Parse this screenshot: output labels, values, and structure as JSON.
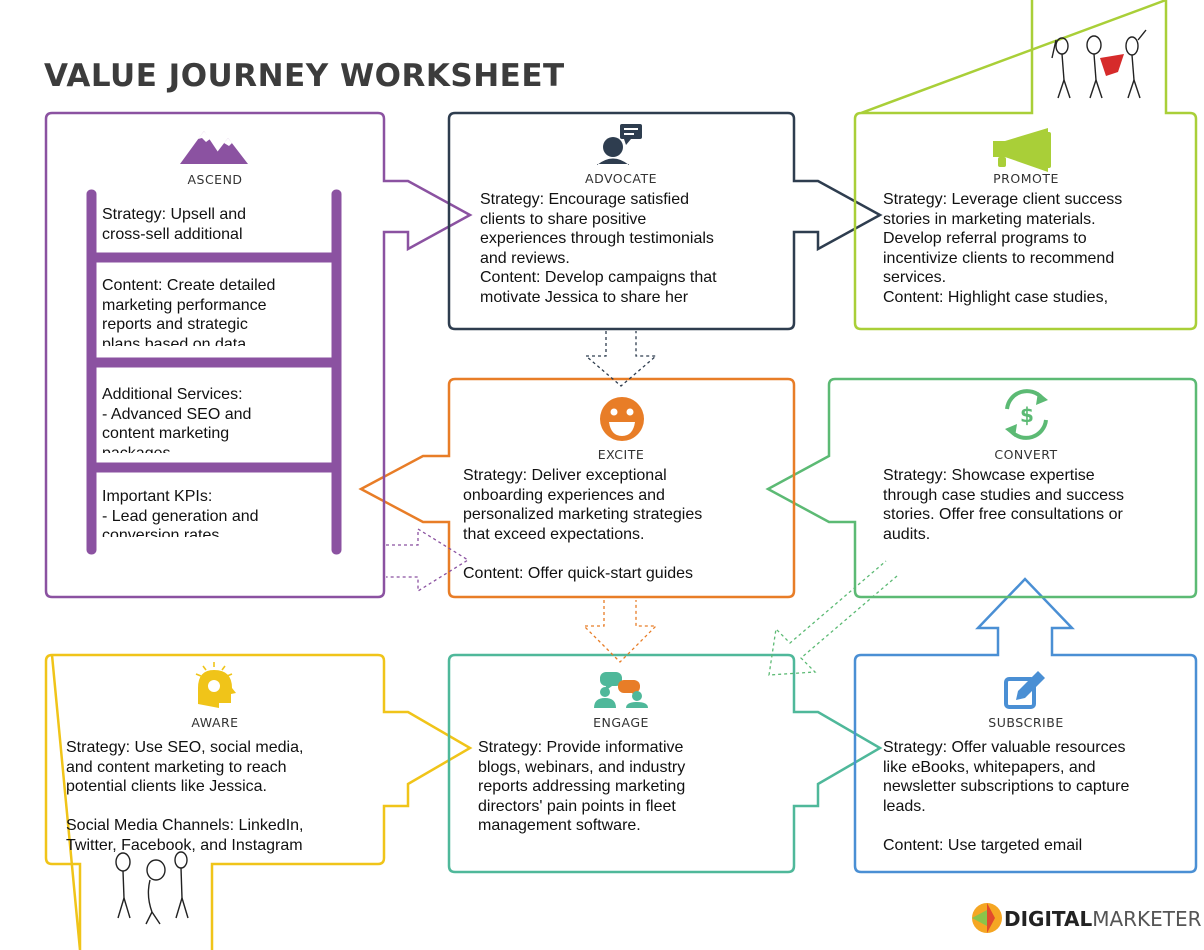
{
  "title": "VALUE JOURNEY WORKSHEET",
  "colors": {
    "ascend": "#8b52a1",
    "advocate": "#2e3d4f",
    "promote": "#a9cf38",
    "excite": "#e87d27",
    "convert": "#5cba74",
    "aware": "#f0c419",
    "engage": "#4fb89a",
    "subscribe": "#4a8fd4"
  },
  "stages": {
    "ascend": {
      "label": "ASCEND",
      "icon": "mountain-icon",
      "rungs": [
        "Strategy: Upsell and\ncross-sell additional",
        "Content: Create detailed\nmarketing performance\nreports and strategic\nplans based on data",
        "Additional Services:\n- Advanced SEO and\ncontent marketing\npackages",
        "Important KPIs:\n- Lead generation and\nconversion rates"
      ]
    },
    "advocate": {
      "label": "ADVOCATE",
      "icon": "speaker-person-icon",
      "text": "Strategy: Encourage satisfied\nclients to share positive\nexperiences through testimonials\nand reviews.\nContent: Develop campaigns that\nmotivate Jessica to share her"
    },
    "promote": {
      "label": "PROMOTE",
      "icon": "megaphone-icon",
      "text": "Strategy: Leverage client success\nstories in marketing materials.\nDevelop referral programs to\nincentivize clients to recommend\nservices.\nContent: Highlight case studies,"
    },
    "excite": {
      "label": "EXCITE",
      "icon": "smiley-icon",
      "text": "Strategy: Deliver exceptional\nonboarding experiences and\npersonalized marketing strategies\nthat exceed expectations.\n\nContent: Offer quick-start guides"
    },
    "convert": {
      "label": "CONVERT",
      "icon": "dollar-cycle-icon",
      "text": "Strategy: Showcase expertise\nthrough case studies and success\nstories. Offer free consultations or\naudits."
    },
    "aware": {
      "label": "AWARE",
      "icon": "lightbulb-head-icon",
      "text": "Strategy: Use SEO, social media,\nand content marketing to reach\npotential clients like Jessica.\n\nSocial Media Channels: LinkedIn,\nTwitter, Facebook, and Instagram"
    },
    "engage": {
      "label": "ENGAGE",
      "icon": "chat-people-icon",
      "text": "Strategy: Provide informative\nblogs, webinars, and industry\nreports addressing marketing\ndirectors' pain points in fleet\nmanagement software."
    },
    "subscribe": {
      "label": "SUBSCRIBE",
      "icon": "edit-icon",
      "text": "Strategy: Offer valuable resources\nlike eBooks, whitepapers, and\nnewsletter subscriptions to capture\nleads.\n\nContent: Use targeted email"
    }
  },
  "brand": {
    "bold": "DIGITAL",
    "light": "MARKETER"
  }
}
